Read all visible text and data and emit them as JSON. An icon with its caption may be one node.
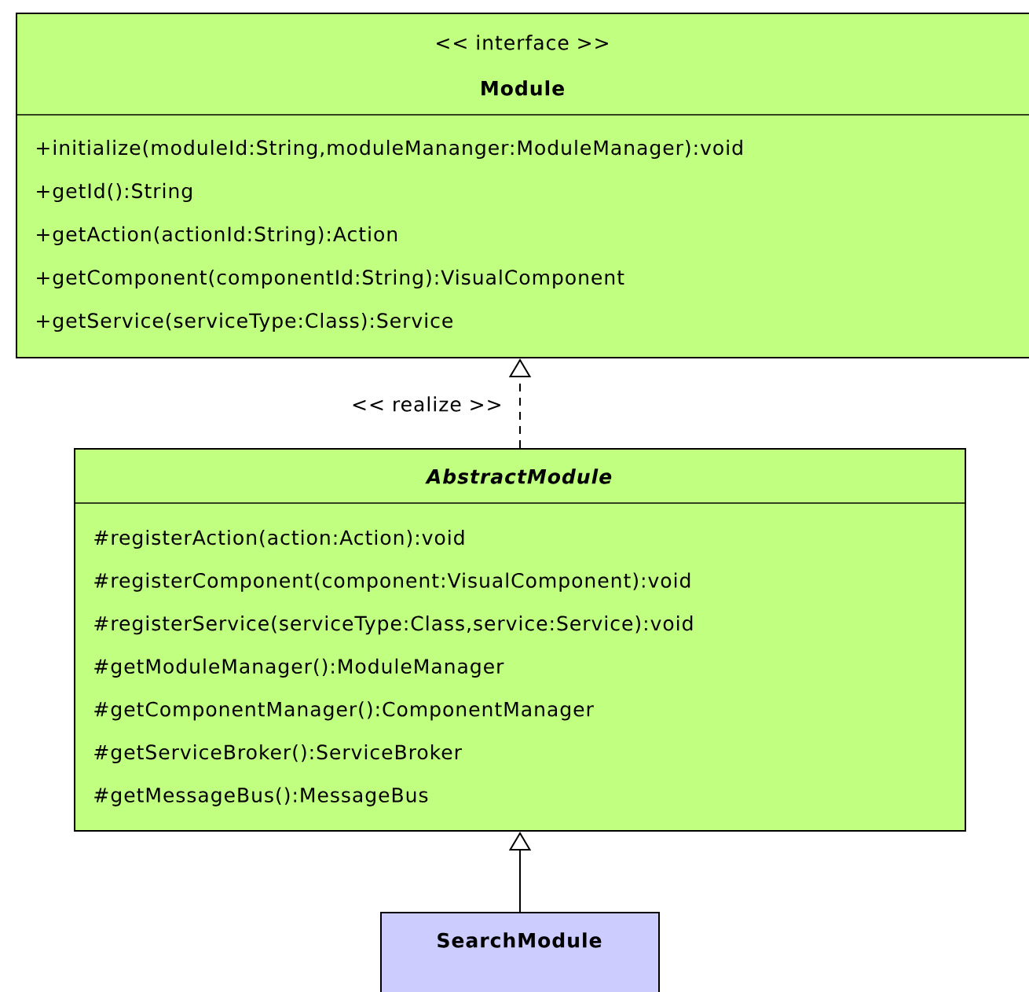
{
  "diagram": {
    "nodes": [
      {
        "text": [
          "<< interface >>",
          "Module",
          "+initialize(moduleId:String,moduleMananger:ModuleManager):void",
          "+getId():String",
          "+getAction(actionId:String):Action",
          "+getComponent(componentId:String):VisualComponent",
          "+getService(serviceType:Class):Service"
        ]
      },
      {
        "text": [
          "AbstractModule",
          "#registerAction(action:Action):void",
          "#registerComponent(component:VisualComponent):void",
          "#registerService(serviceType:Class,service:Service):void",
          "#getModuleManager():ModuleManager",
          "#getComponentManager():ComponentManager",
          "#getServiceBroker():ServiceBroker",
          "#getMessageBus():MessageBus"
        ]
      },
      {
        "text": [
          "SearchModule"
        ]
      }
    ],
    "edges": [
      {
        "from": 1,
        "to": 0,
        "arrow": "to",
        "style": "dashed",
        "label": "<< realize >>"
      },
      {
        "from": 2,
        "to": 1,
        "arrow": "to"
      }
    ]
  }
}
